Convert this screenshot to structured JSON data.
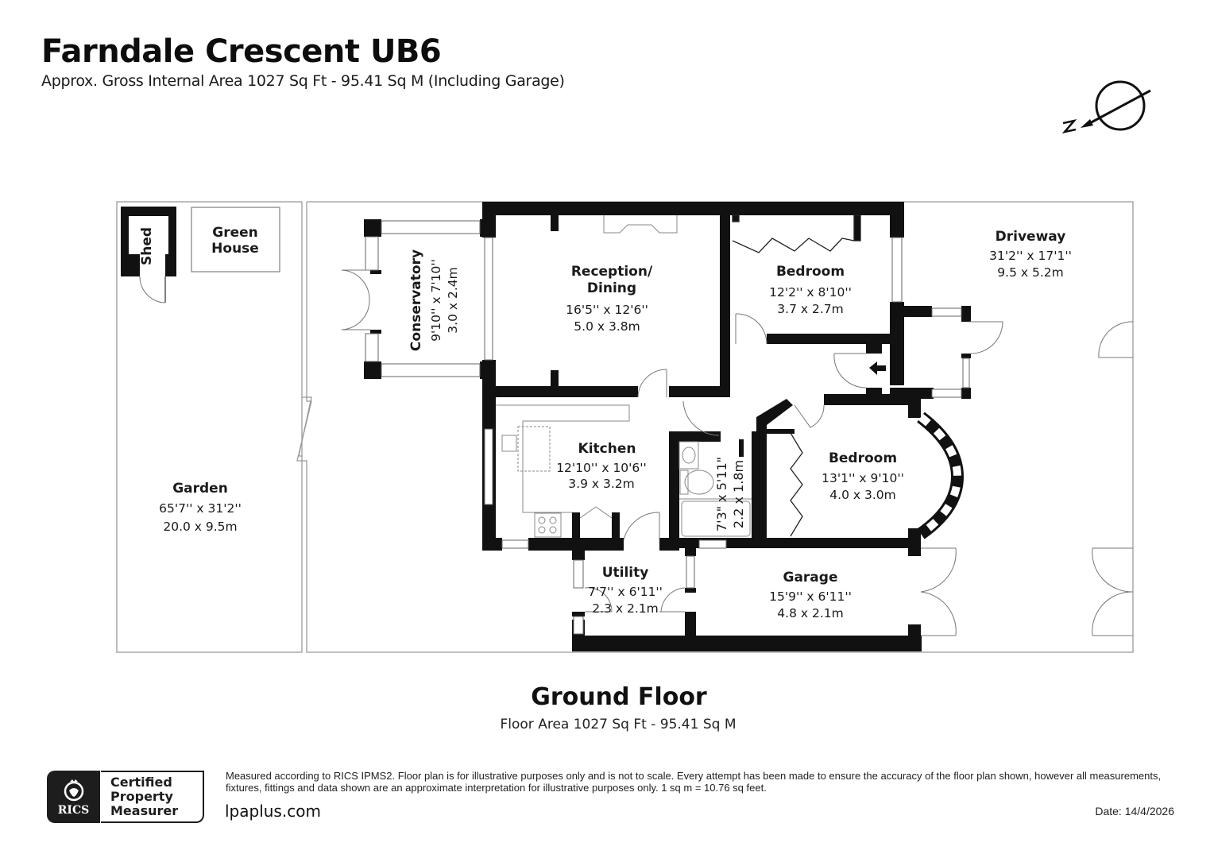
{
  "header": {
    "title": "Farndale Crescent UB6",
    "subtitle": "Approx. Gross Internal Area 1027 Sq Ft - 95.41 Sq M (Including Garage)"
  },
  "compass": {
    "icon": "north-arrow-icon",
    "label": "N"
  },
  "rooms": {
    "shed": {
      "label": "Shed"
    },
    "greenhouse": {
      "label_line1": "Green",
      "label_line2": "House"
    },
    "garden": {
      "label": "Garden",
      "imperial": "65'7'' x 31'2''",
      "metric": "20.0 x 9.5m"
    },
    "conservatory": {
      "label": "Conservatory",
      "imperial": "9'10'' x 7'10''",
      "metric": "3.0 x 2.4m"
    },
    "reception": {
      "label_line1": "Reception/",
      "label_line2": "Dining",
      "imperial": "16'5'' x 12'6''",
      "metric": "5.0 x 3.8m"
    },
    "bedroom1": {
      "label": "Bedroom",
      "imperial": "12'2'' x 8'10''",
      "metric": "3.7 x 2.7m"
    },
    "driveway": {
      "label": "Driveway",
      "imperial": "31'2'' x 17'1''",
      "metric": "9.5 x 5.2m"
    },
    "kitchen": {
      "label": "Kitchen",
      "imperial": "12'10'' x 10'6''",
      "metric": "3.9 x 3.2m"
    },
    "bathroom": {
      "imperial": "7'3\" x 5'11\"",
      "metric": "2.2 x 1.8m"
    },
    "bedroom2": {
      "label": "Bedroom",
      "imperial": "13'1'' x 9'10''",
      "metric": "4.0 x 3.0m"
    },
    "utility": {
      "label": "Utility",
      "imperial": "7'7'' x 6'11''",
      "metric": "2.3 x 2.1m"
    },
    "garage": {
      "label": "Garage",
      "imperial": "15'9'' x 6'11''",
      "metric": "4.8 x 2.1m"
    }
  },
  "floor": {
    "title": "Ground Floor",
    "area": "Floor Area 1027 Sq Ft - 95.41 Sq M"
  },
  "footer": {
    "badge_brand": "RICS",
    "badge_line1": "Certified",
    "badge_line2": "Property",
    "badge_line3": "Measurer",
    "disclaimer": "Measured according to RICS IPMS2. Floor plan is for illustrative purposes only and is not to scale. Every attempt has been made to ensure the accuracy of the floor plan shown, however all measurements, fixtures, fittings and data shown are an approximate interpretation for illustrative purposes only. 1 sq m = 10.76 sq feet.",
    "website": "lpaplus.com",
    "date": "Date: 14/4/2026"
  }
}
